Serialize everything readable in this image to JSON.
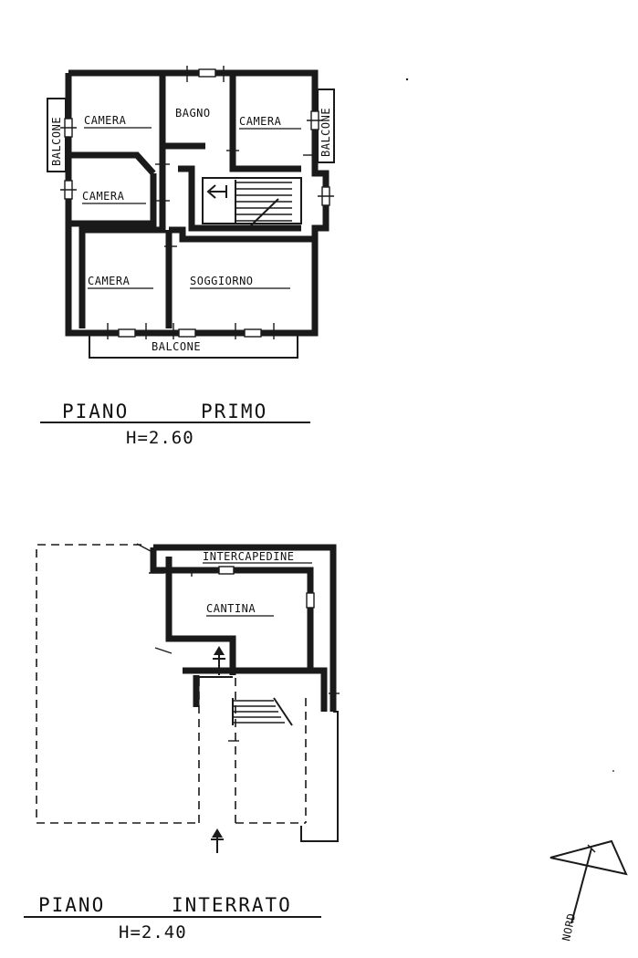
{
  "piano_primo": {
    "title_word1": "PIANO",
    "title_word2": "PRIMO",
    "height": "H=2.60",
    "rooms": {
      "camera_nw": "CAMERA",
      "bagno": "BAGNO",
      "camera_ne": "CAMERA",
      "camera_w": "CAMERA",
      "camera_sw": "CAMERA",
      "soggiorno": "SOGGIORNO",
      "balcone_w": "BALCONE",
      "balcone_e": "BALCONE",
      "balcone_s": "BALCONE"
    }
  },
  "piano_interrato": {
    "title_word1": "PIANO",
    "title_word2": "INTERRATO",
    "height": "H=2.40",
    "rooms": {
      "intercapedine": "INTERCAPEDINE",
      "cantina": "CANTINA"
    }
  },
  "north_arrow": {
    "label": "NORD"
  }
}
